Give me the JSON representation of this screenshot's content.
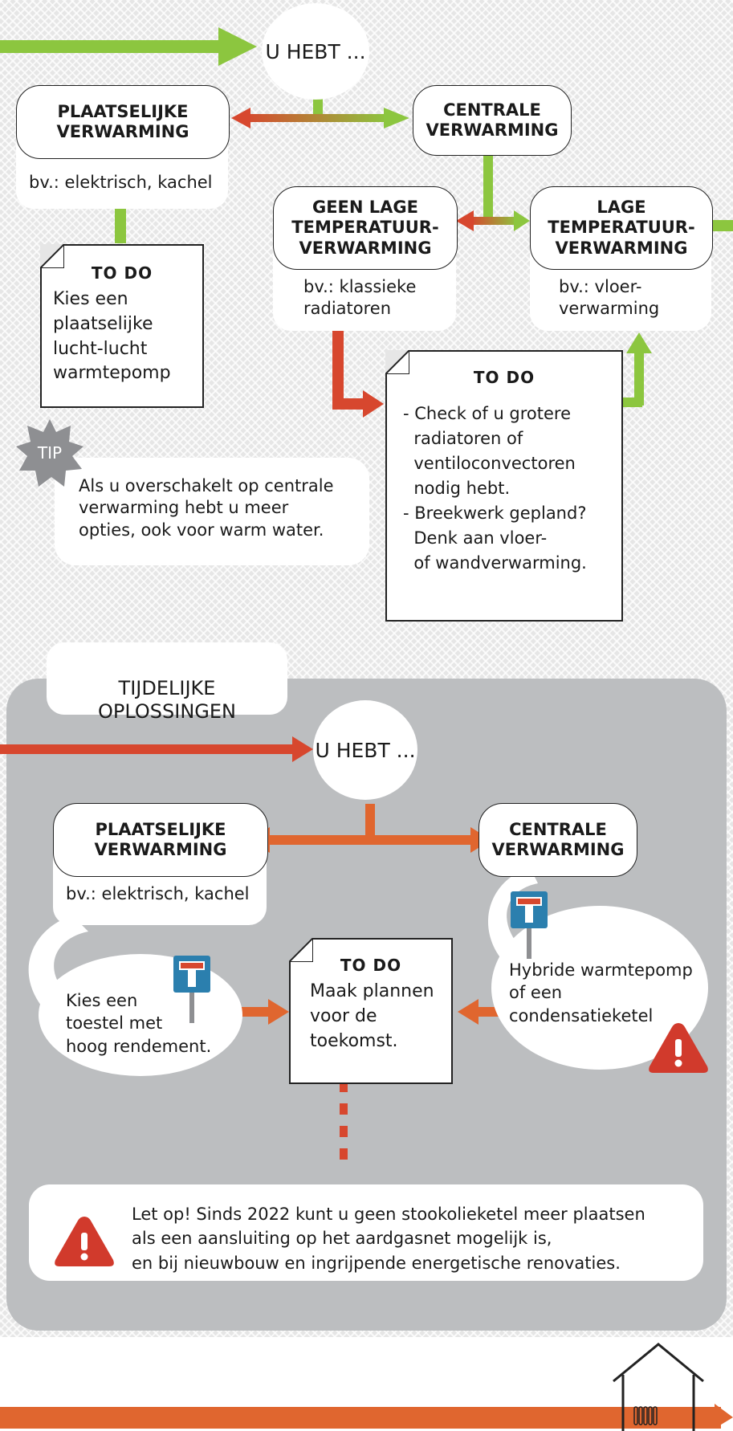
{
  "flow1": {
    "u_hebt": "U HEBT ...",
    "plaatselijk_title": "PLAATSELIJKE\nVERWARMING",
    "plaatselijk_example": "bv.: elektrisch, kachel",
    "centraal_title": "CENTRALE\nVERWARMING",
    "geen_lage_title": "GEEN LAGE\nTEMPERATUUR-\nVERWARMING",
    "geen_lage_example": "bv.: klassieke\nradiatoren",
    "lage_title": "LAGE\nTEMPERATUUR-\nVERWARMING",
    "lage_example": "bv.: vloer-\nverwarming",
    "todo1_title": "TO DO",
    "todo1_text": "Kies een\nplaatselijke\nlucht-lucht\nwarmtepomp",
    "todo2_title": "TO DO",
    "todo2_text": "- Check of u grotere\n  radiatoren of\n  ventiloconvectoren\n  nodig hebt.\n- Breekwerk gepland?\n  Denk aan vloer-\n  of wandverwarming.",
    "tip_label": "TIP",
    "tip_text": "Als u overschakelt op centrale\nverwarming hebt u meer\nopties, ook voor warm water."
  },
  "flow2": {
    "section_title": "TIJDELIJKE\nOPLOSSINGEN",
    "u_hebt": "U HEBT ...",
    "plaatselijk_title": "PLAATSELIJKE\nVERWARMING",
    "plaatselijk_example": "bv.: elektrisch, kachel",
    "centraal_title": "CENTRALE\nVERWARMING",
    "bubble_left": "Kies een\ntoestel met\nhoog rendement.",
    "bubble_right": "Hybride warmtepomp\nof een\ncondensatieketel",
    "todo_title": "TO DO",
    "todo_text": "Maak plannen\nvoor de\ntoekomst."
  },
  "warning_text": "Let op! Sinds 2022 kunt u geen stookolieketel meer plaatsen\nals een aansluiting op het aardgasnet mogelijk is,\nen bij nieuwbouw en ingrijpende energetische renovaties.",
  "colors": {
    "green": "#8cc63f",
    "red": "#d7472e",
    "orange": "#e0662f",
    "panel_grey": "#bcbec0",
    "warning_red": "#d13a2c",
    "sign_blue": "#2b7fae"
  },
  "icons": [
    "tip-burst-icon",
    "dead-end-sign-icon",
    "warning-triangle-icon",
    "house-radiator-icon"
  ]
}
